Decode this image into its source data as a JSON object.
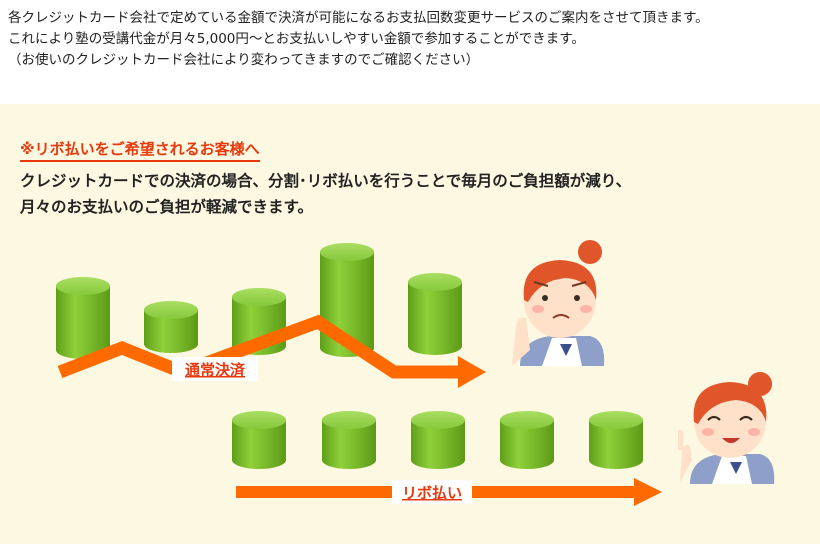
{
  "intro": {
    "line1": "各クレジットカード会社で定めている金額で決済が可能になるお支払回数変更サービスのご案内をさせて頂きます。",
    "line2": "これにより塾の受講代金が月々5,000円〜とお支払いしやすい金額で参加することができます。",
    "line3": "（お使いのクレジットカード会社により変わってきますのでご確認ください）"
  },
  "revolving": {
    "heading": "※リボ払いをご希望されるお客様へ",
    "desc_line1": "クレジットカードでの決済の場合、分割･リボ払いを行うことで毎月のご負担額が減り、",
    "desc_line2": "月々のお支払いのご負担が軽減できます。"
  },
  "illustration": {
    "normal_label": "通常決済",
    "revolving_label": "リボ払い",
    "colors": {
      "arrow": "#ff6a00",
      "coin": "#7cc02a",
      "label": "#e8380d",
      "background": "#fdf8e1"
    }
  }
}
